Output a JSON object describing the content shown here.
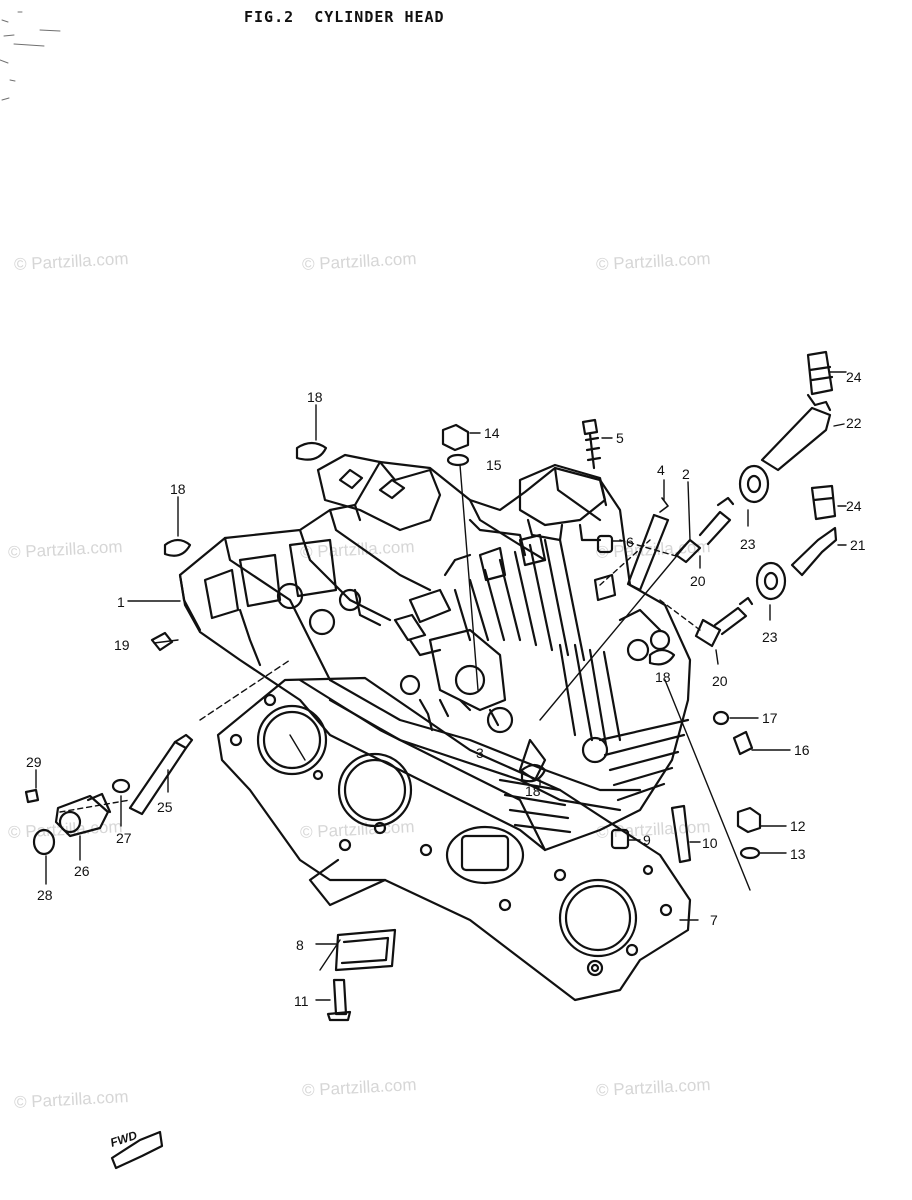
{
  "title": {
    "fig": "FIG.2",
    "name": "CYLINDER HEAD"
  },
  "watermark": "© Partzilla.com",
  "direction_mark": "FWD",
  "callouts": [
    "1",
    "2",
    "3",
    "4",
    "5",
    "6",
    "7",
    "8",
    "9",
    "10",
    "11",
    "12",
    "13",
    "14",
    "15",
    "16",
    "17",
    "18",
    "18",
    "18",
    "18",
    "19",
    "20",
    "20",
    "21",
    "22",
    "23",
    "23",
    "24",
    "24",
    "25",
    "26",
    "27",
    "28",
    "29"
  ]
}
